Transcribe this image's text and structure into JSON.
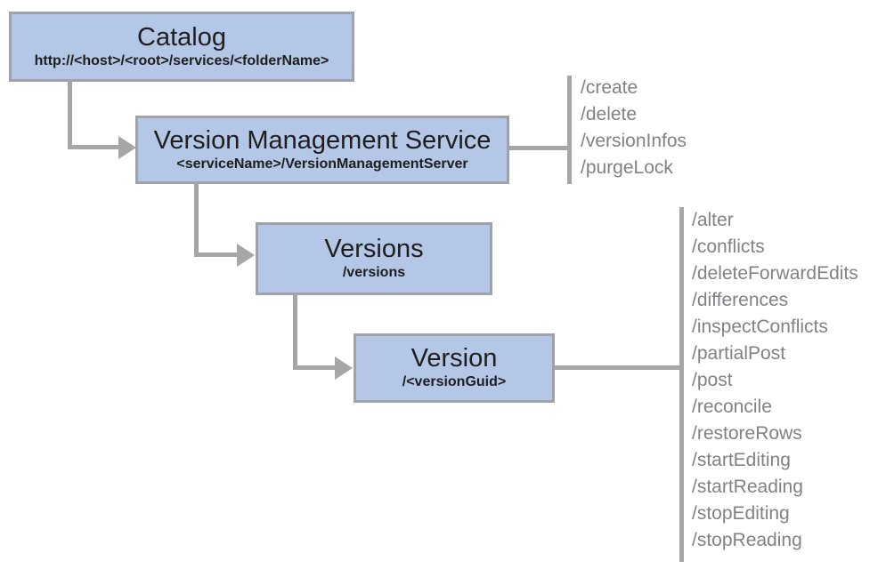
{
  "diagram": {
    "nodes": [
      {
        "id": "catalog",
        "title": "Catalog",
        "subtitle": "http://<host>/<root>/services/<folderName>"
      },
      {
        "id": "version-management-service",
        "title": "Version Management Service",
        "subtitle": "<serviceName>/VersionManagementServer",
        "operations": [
          "/create",
          "/delete",
          "/versionInfos",
          "/purgeLock"
        ]
      },
      {
        "id": "versions",
        "title": "Versions",
        "subtitle": "/versions"
      },
      {
        "id": "version",
        "title": "Version",
        "subtitle": "/<versionGuid>",
        "operations": [
          "/alter",
          "/conflicts",
          "/deleteForwardEdits",
          "/differences",
          "/inspectConflicts",
          "/partialPost",
          "/post",
          "/reconcile",
          "/restoreRows",
          "/startEditing",
          "/startReading",
          "/stopEditing",
          "/stopReading"
        ]
      }
    ],
    "colors": {
      "node_fill": "#b4c7e7",
      "node_border": "#9fa3a9",
      "connector": "#a6a6a6",
      "title_text": "#1e1e1e",
      "op_text": "#808285"
    }
  }
}
